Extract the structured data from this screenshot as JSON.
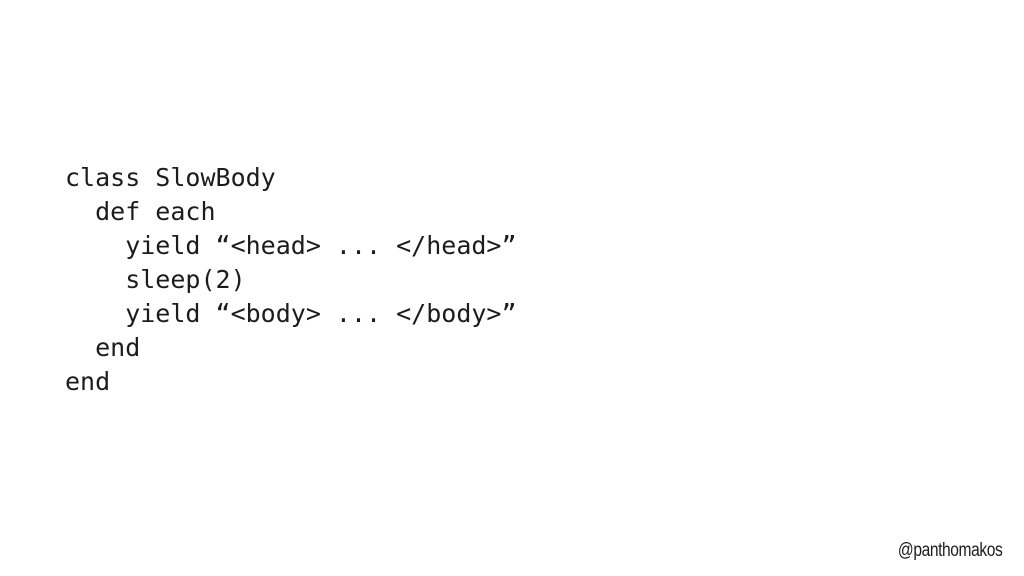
{
  "slide": {
    "code_lines": [
      "class SlowBody",
      "  def each",
      "    yield “<head> ... </head>”",
      "    sleep(2)",
      "    yield “<body> ... </body>”",
      "  end",
      "end"
    ],
    "author_handle": "@panthomakos"
  },
  "colors": {
    "background": "#ffffff",
    "text": "#1c1c1c"
  }
}
